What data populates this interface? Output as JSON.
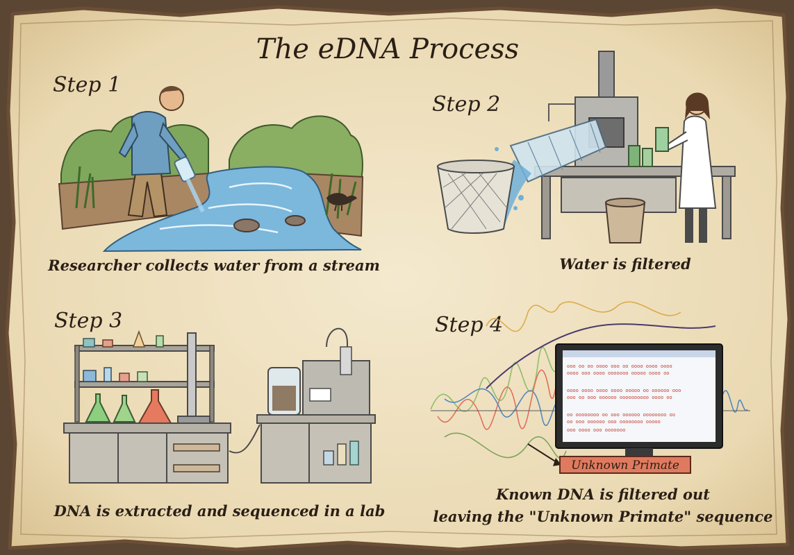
{
  "title": "The eDNA Process",
  "steps": [
    {
      "label": "Step 1",
      "caption": "Researcher collects water from a stream"
    },
    {
      "label": "Step 2",
      "caption": "Water is filtered"
    },
    {
      "label": "Step 3",
      "caption": "DNA is extracted and sequenced in a lab"
    },
    {
      "label": "Step 4",
      "caption_line1": "Known DNA is filtered out",
      "caption_line2": "leaving the \"Unknown Primate\" sequence"
    }
  ],
  "monitor": {
    "highlight_label": "Unknown Primate"
  },
  "colors": {
    "parchment": "#efe2c0",
    "border": "#6b4e36",
    "ink": "#2a1f16",
    "water": "#6fb0d8",
    "highlight": "#e07a5f"
  }
}
